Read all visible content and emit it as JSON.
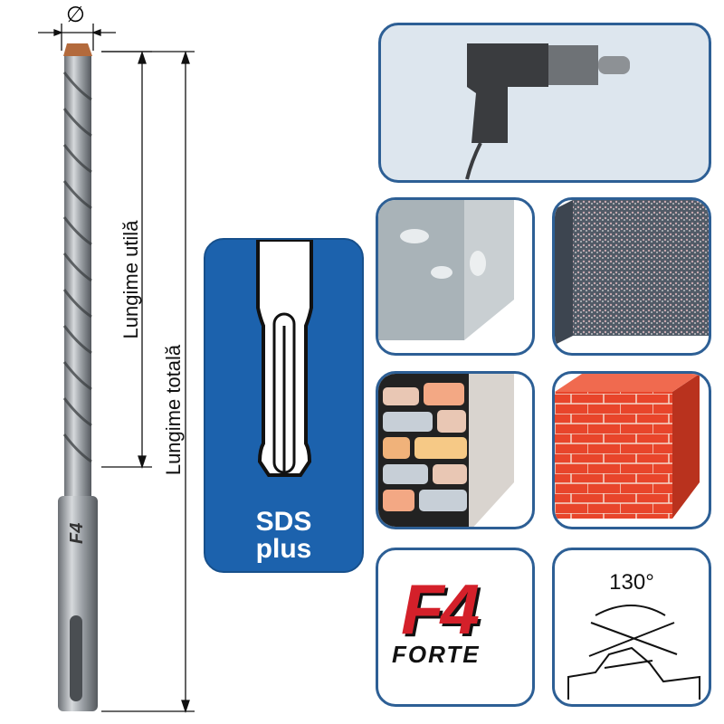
{
  "dimensions": {
    "diameter_symbol": "∅",
    "usable_length_label": "Lungime utilă",
    "total_length_label": "Lungime totală"
  },
  "shank": {
    "type_line1": "SDS",
    "type_line2": "plus"
  },
  "icons": {
    "drill": "power-drill-icon",
    "materials": [
      "concrete-icon",
      "granite-stone-icon",
      "natural-stone-wall-icon",
      "brick-wall-icon"
    ]
  },
  "brand": {
    "logo_main": "F4",
    "logo_sub": "FORTE"
  },
  "tip_angle": "130°",
  "colors": {
    "panel_border": "#2d5f95",
    "sds_blue": "#1c62ad",
    "brick_red": "#e8452b",
    "logo_red": "#d4202a"
  }
}
